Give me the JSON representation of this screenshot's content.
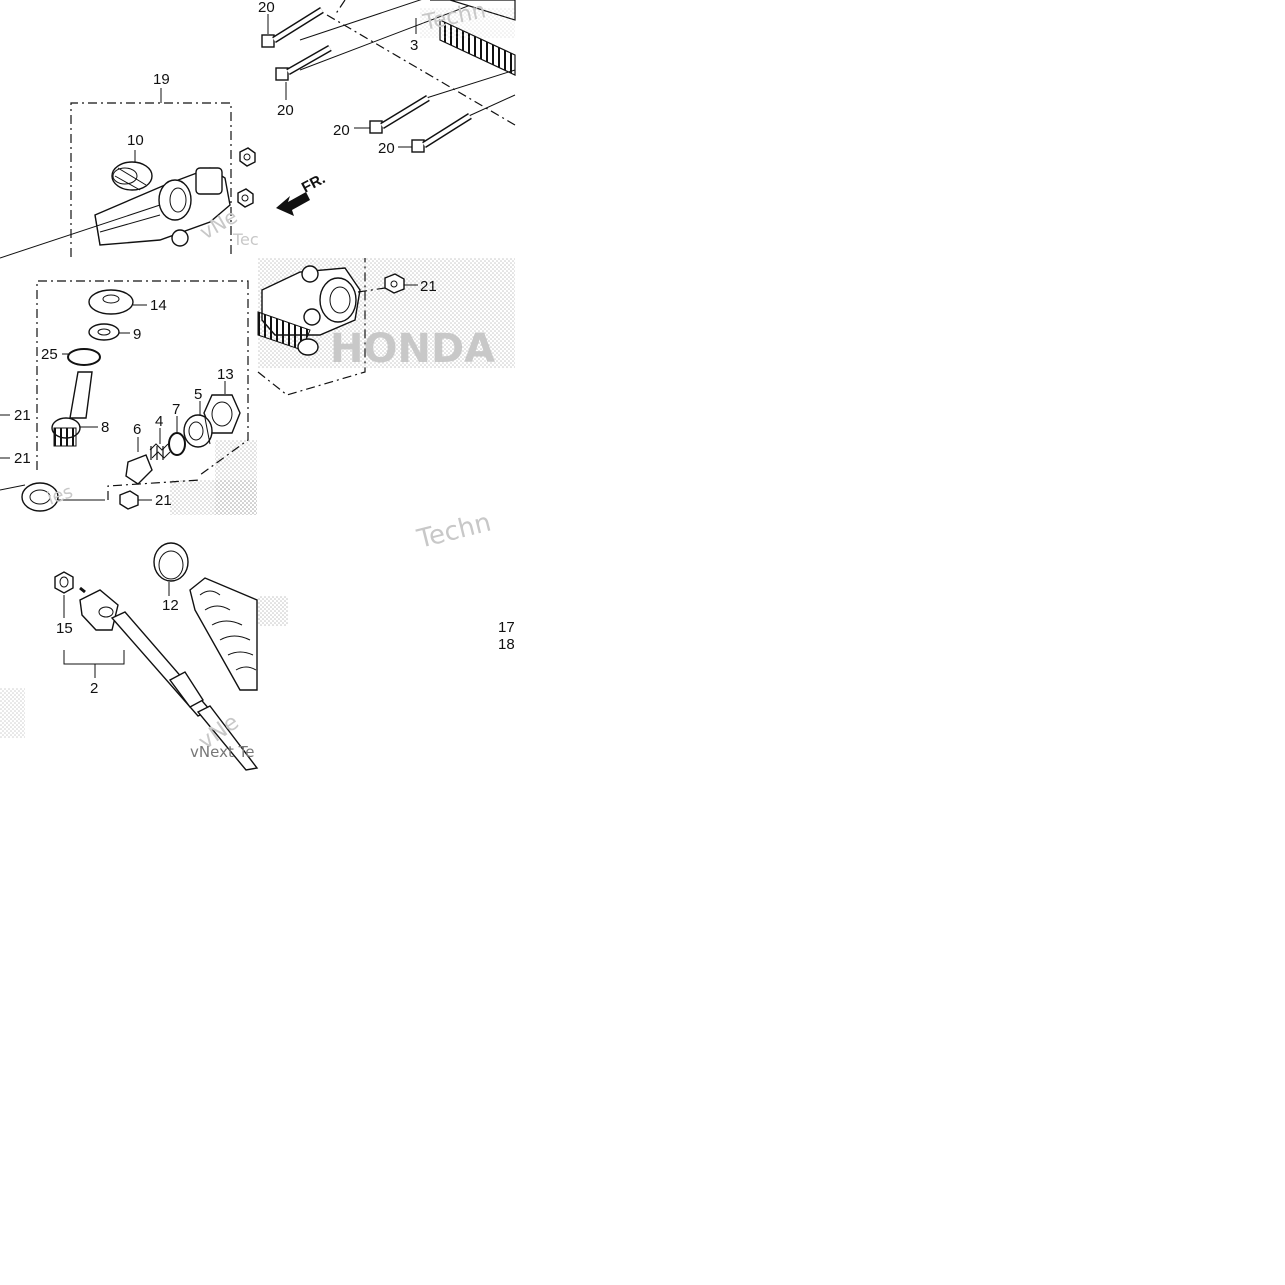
{
  "diagram": {
    "callouts": {
      "c20a": "20",
      "c20b": "20",
      "c20c": "20",
      "c20d": "20",
      "c3": "3",
      "c19": "19",
      "c10": "10",
      "c21a": "21",
      "c21b": "21",
      "c21c": "21",
      "c21d": "21",
      "c14": "14",
      "c9": "9",
      "c25": "25",
      "c8": "8",
      "c13": "13",
      "c7": "7",
      "c5": "5",
      "c6": "6",
      "c4": "4",
      "c12": "12",
      "c15": "15",
      "c2": "2",
      "c17": "17",
      "c18": "18"
    },
    "front_arrow_label": "FR.",
    "watermarks": {
      "w1": "Techn",
      "w2": "vNe",
      "w3": "Tec",
      "w4": "HONDA",
      "w5": "Techn",
      "w6": "vNext Te",
      "w7": "ies",
      "w8": "vNe"
    }
  }
}
